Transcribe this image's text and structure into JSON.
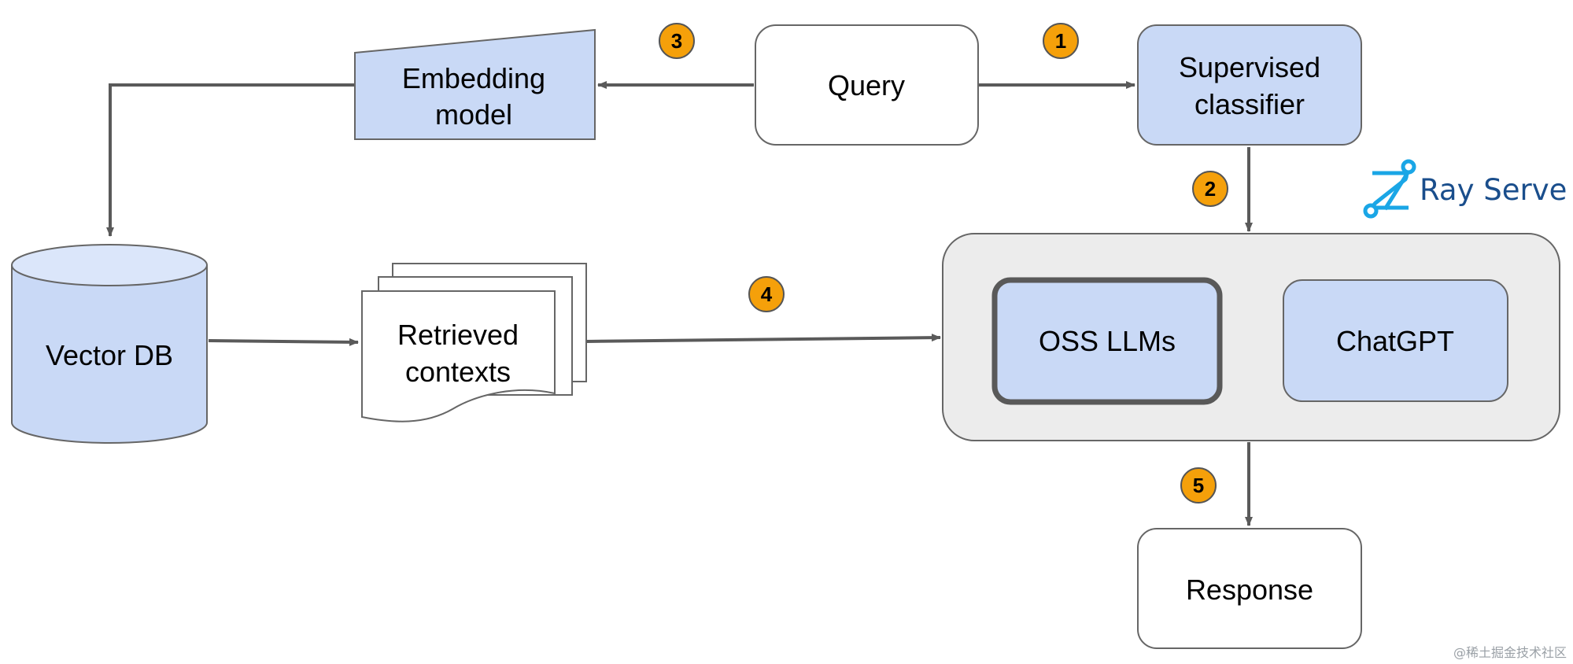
{
  "nodes": {
    "query": "Query",
    "embedding_model": [
      "Embedding",
      "model"
    ],
    "supervised_classifier": [
      "Supervised",
      "classifier"
    ],
    "vector_db": "Vector DB",
    "retrieved_contexts": [
      "Retrieved",
      "contexts"
    ],
    "oss_llms": "OSS LLMs",
    "chatgpt": "ChatGPT",
    "response": "Response"
  },
  "steps": [
    "1",
    "2",
    "3",
    "4",
    "5"
  ],
  "logo": {
    "text": "Ray Serve"
  },
  "watermark": "@稀土掘金技术社区",
  "colors": {
    "node_fill": "#c9d9f6",
    "node_stroke": "#666666",
    "group_fill": "#ececec",
    "badge_fill": "#f5a00a",
    "arrow": "#5a5a5a",
    "ray_blue": "#1aa6e6"
  }
}
